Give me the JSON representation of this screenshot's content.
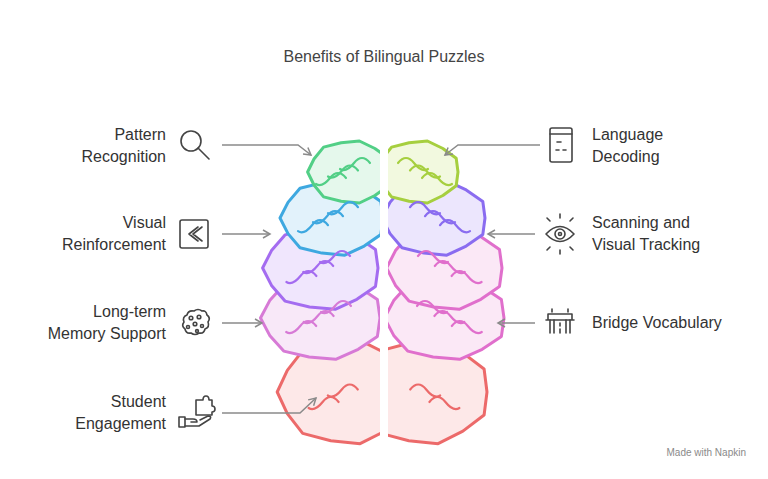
{
  "diagram": {
    "title": "Benefits of Bilingual Puzzles",
    "labels": [
      "Pattern Recognition",
      "Language Decoding",
      "Visual Reinforcement",
      "Scanning and Visual Tracking",
      "Long-term Memory Support",
      "Bridge Vocabulary",
      "Student Engagement",
      "Made with Napkin"
    ]
  }
}
